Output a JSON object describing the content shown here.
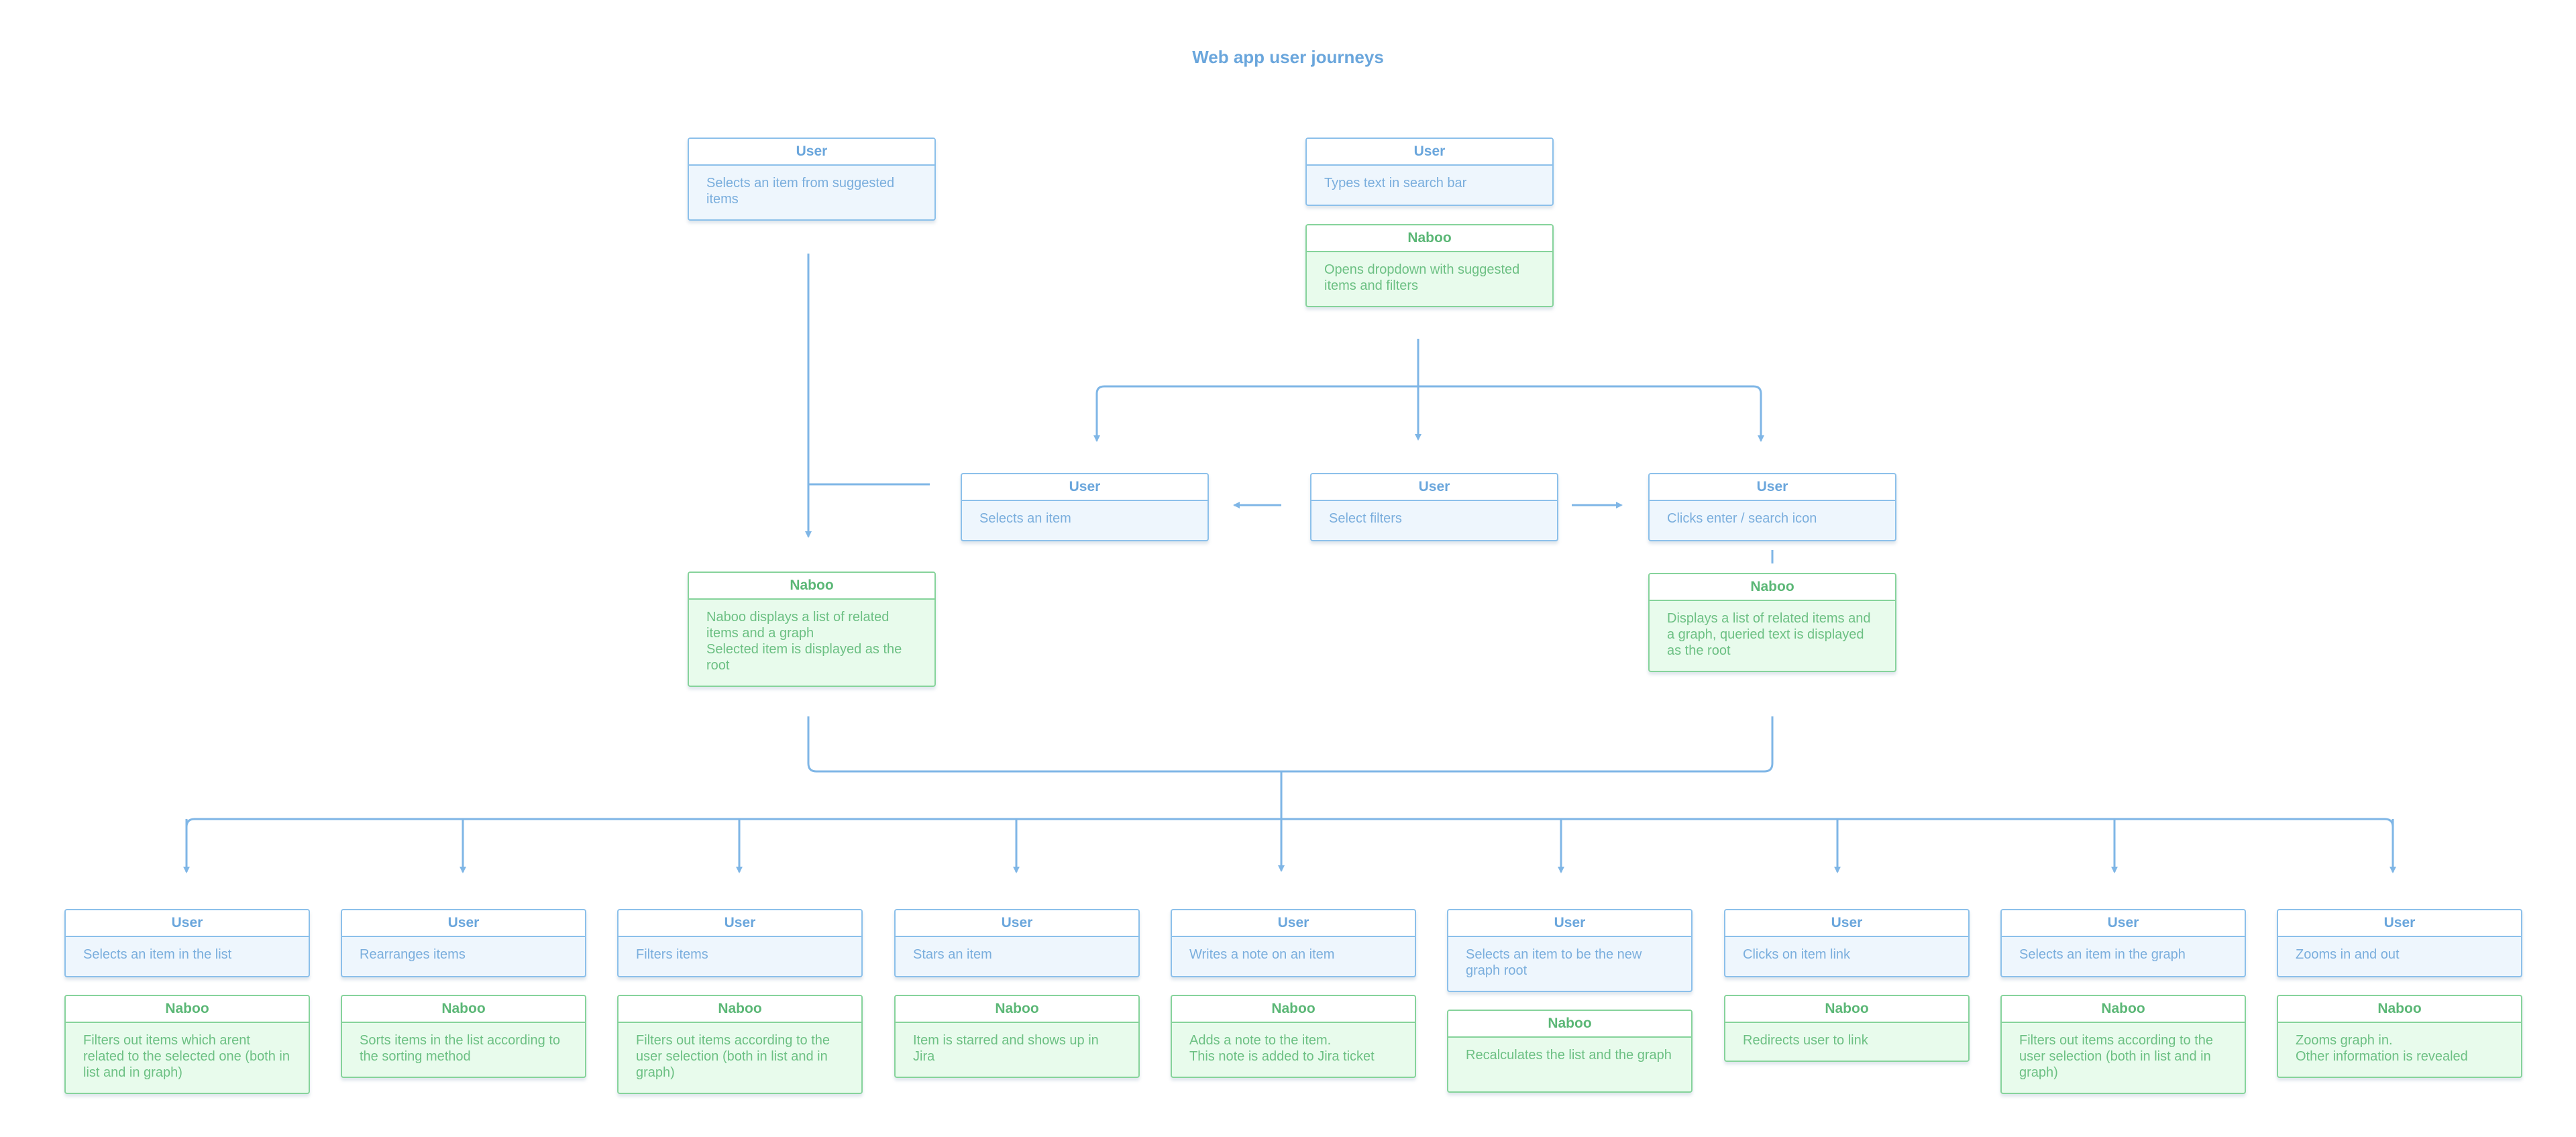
{
  "title": "Web app user journeys",
  "colors": {
    "connector": "#7fb6e6",
    "user": "#8cc0ea",
    "naboo": "#86d39b"
  },
  "cards": [
    {
      "role": "User",
      "text": "Selects an item from suggested items"
    },
    {
      "role": "User",
      "text": "Types text in search bar"
    },
    {
      "role": "Naboo",
      "text": "Opens dropdown with suggested items and filters"
    },
    {
      "role": "User",
      "text": "Selects an item"
    },
    {
      "role": "User",
      "text": "Select filters"
    },
    {
      "role": "User",
      "text": "Clicks enter / search icon"
    },
    {
      "role": "Naboo",
      "text": "Naboo displays a list of related items and a graph\nSelected item is displayed as the root"
    },
    {
      "role": "Naboo",
      "text": "Displays a list of related items and a graph, queried text is displayed as the root"
    },
    {
      "role": "User",
      "text": "Selects an item in the list"
    },
    {
      "role": "Naboo",
      "text": "Filters out items which arent related to the selected one (both in list and in graph)"
    },
    {
      "role": "User",
      "text": "Rearranges items"
    },
    {
      "role": "Naboo",
      "text": "Sorts items in the list according to the sorting method"
    },
    {
      "role": "User",
      "text": "Filters items"
    },
    {
      "role": "Naboo",
      "text": "Filters out items according to the user selection (both in list and in graph)"
    },
    {
      "role": "User",
      "text": "Stars an item"
    },
    {
      "role": "Naboo",
      "text": "Item is starred and shows up in Jira"
    },
    {
      "role": "User",
      "text": "Writes a note on an item"
    },
    {
      "role": "Naboo",
      "text": "Adds a note to the item.\nThis note is added to Jira ticket"
    },
    {
      "role": "User",
      "text": "Selects an item to be the new graph root"
    },
    {
      "role": "Naboo",
      "text": "Recalculates the list and the graph"
    },
    {
      "role": "User",
      "text": "Clicks on item link"
    },
    {
      "role": "Naboo",
      "text": "Redirects user to link"
    },
    {
      "role": "User",
      "text": "Selects an item in the graph"
    },
    {
      "role": "Naboo",
      "text": "Filters out items according to the user selection (both in list and in graph)"
    },
    {
      "role": "User",
      "text": "Zooms in and out"
    },
    {
      "role": "Naboo",
      "text": "Zooms graph in.\nOther information is revealed"
    }
  ]
}
